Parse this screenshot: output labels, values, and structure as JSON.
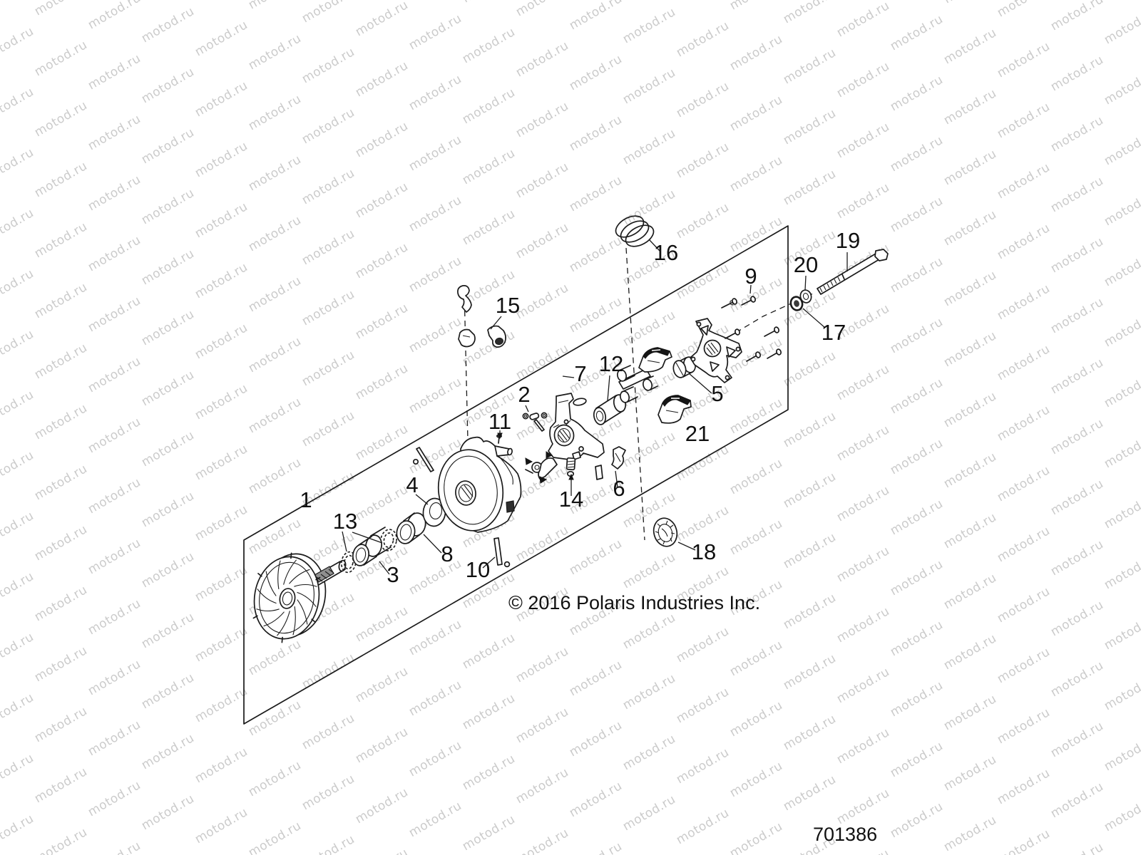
{
  "watermark": {
    "text": "motod.ru",
    "color": "#cbcbcb"
  },
  "footer": {
    "copyright": "© 2016 Polaris Industries Inc.",
    "diagram_code": "701386"
  },
  "callouts": [
    {
      "n": "1"
    },
    {
      "n": "2"
    },
    {
      "n": "3"
    },
    {
      "n": "4"
    },
    {
      "n": "5"
    },
    {
      "n": "6"
    },
    {
      "n": "7"
    },
    {
      "n": "8"
    },
    {
      "n": "9"
    },
    {
      "n": "10"
    },
    {
      "n": "11"
    },
    {
      "n": "12"
    },
    {
      "n": "13"
    },
    {
      "n": "14"
    },
    {
      "n": "15"
    },
    {
      "n": "16"
    },
    {
      "n": "17"
    },
    {
      "n": "18"
    },
    {
      "n": "19"
    },
    {
      "n": "20"
    },
    {
      "n": "21"
    }
  ]
}
